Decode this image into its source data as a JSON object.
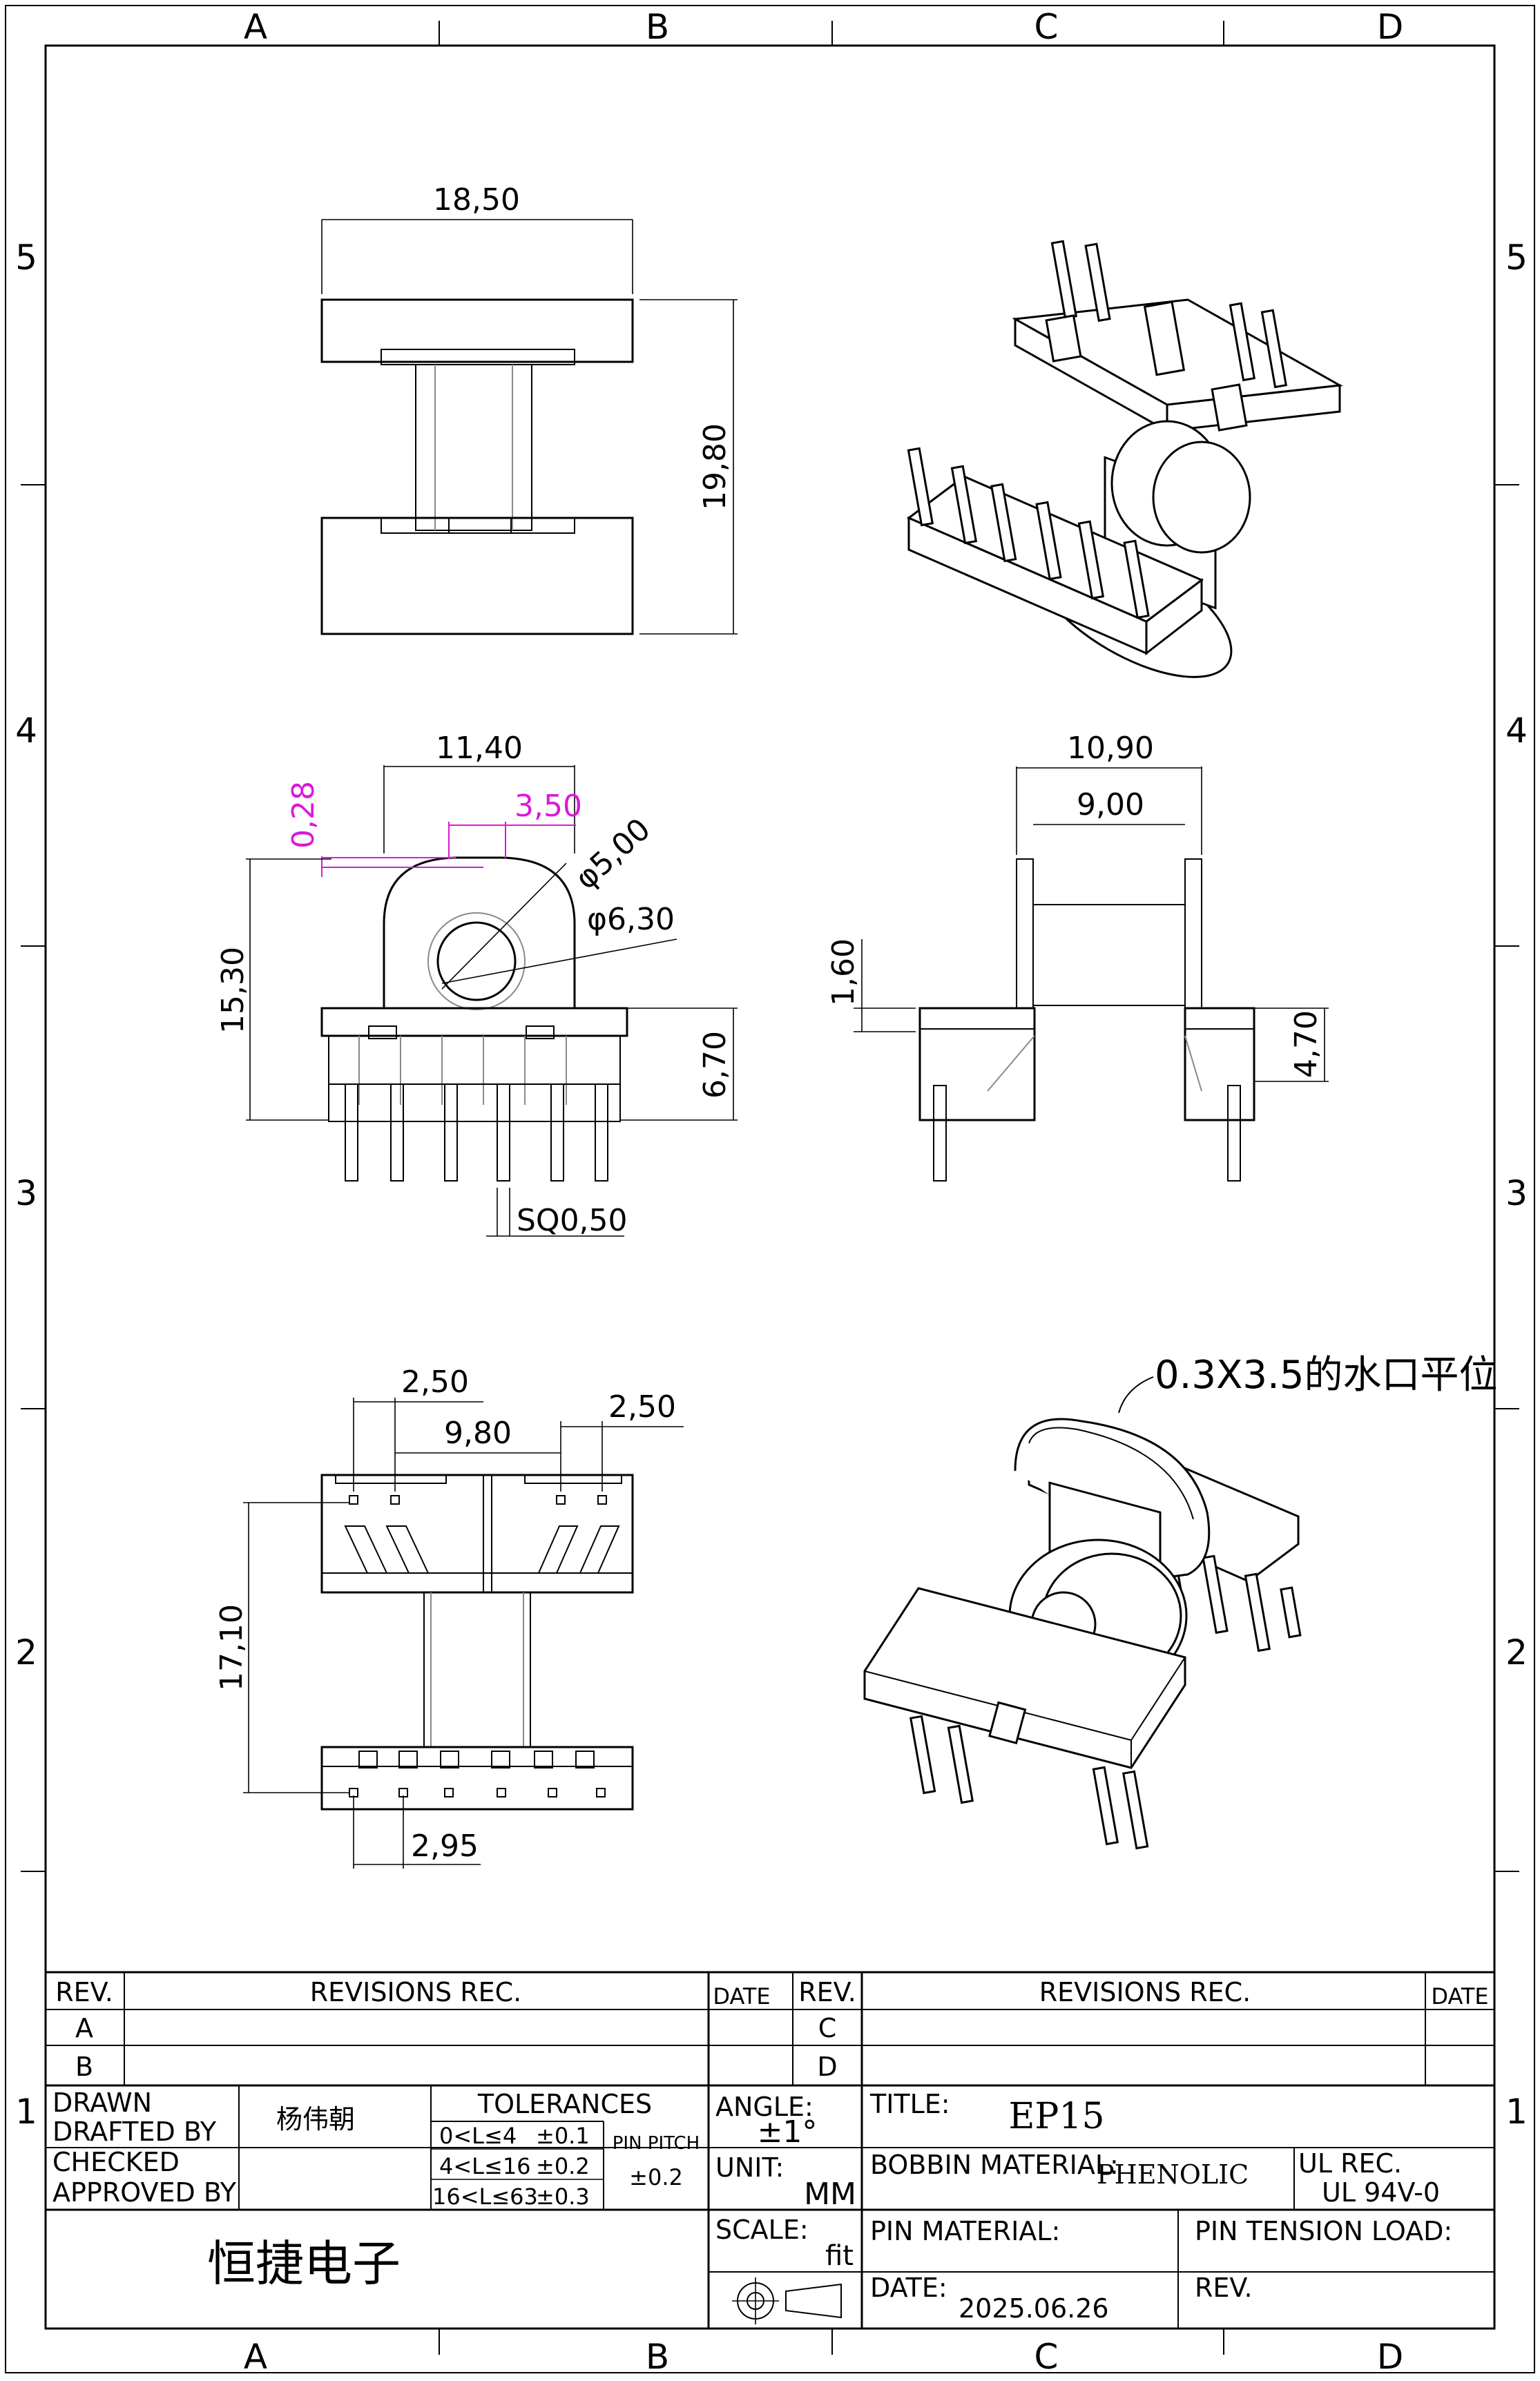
{
  "grid": {
    "columns": [
      "A",
      "B",
      "C",
      "D"
    ],
    "rows": [
      "5",
      "4",
      "3",
      "2",
      "1"
    ]
  },
  "dimensions": {
    "top_width": "18,50",
    "top_height": "19,80",
    "front_width": "11,40",
    "front_pin_offset": "0,28",
    "front_flat": "3,50",
    "front_d_outer": "φ5,00",
    "front_d_inner": "φ6,30",
    "front_height": "15,30",
    "front_base_height": "6,70",
    "pin_square": "SQ0,50",
    "side_width": "10,90",
    "side_inner": "9,00",
    "side_flange": "1,60",
    "side_base": "4,70",
    "bottom_pitch_left": "2,50",
    "bottom_span": "9,80",
    "bottom_pitch_right": "2,50",
    "bottom_height": "17,10",
    "bottom_pitch_row": "2,95"
  },
  "annotation": "0.3X3.5的水口平位",
  "title_block": {
    "rev_header": "REV.",
    "revisions_header": "REVISIONS REC.",
    "date_header": "DATE",
    "rev_a": "A",
    "rev_b": "B",
    "rev_c": "C",
    "rev_d": "D",
    "drawn": "DRAWN",
    "drafted_by": "DRAFTED  BY",
    "drafter_name": "杨伟朝",
    "checked": "CHECKED",
    "approved_by": "APPROVED BY",
    "tolerances_label": "TOLERANCES",
    "tol_row1_range": "0<L≤4",
    "tol_row1_value": "±0.1",
    "tol_row2_range": "4<L≤16",
    "tol_row2_value": "±0.2",
    "tol_row3_range": "16<L≤63",
    "tol_row3_value": "±0.3",
    "pin_pitch_label": "PIN PITCH",
    "pin_pitch_value": "±0.2",
    "angle_label": "ANGLE:",
    "angle_value": "±1°",
    "unit_label": "UNIT:",
    "unit_value": "MM",
    "scale_label": "SCALE:",
    "scale_value": "fit",
    "company": "恒捷电子",
    "title_label": "TITLE:",
    "title_value": "EP15",
    "bobbin_material_label": "BOBBIN MATERIAL:",
    "bobbin_material_value": "PHENOLIC",
    "ul_rec_label": "UL REC.",
    "ul_rec_value": "UL 94V-0",
    "pin_material_label": "PIN MATERIAL:",
    "pin_tension_label": "PIN TENSION LOAD:",
    "date_label": "DATE:",
    "date_value": "2025.06.26",
    "rev_label": "REV."
  }
}
